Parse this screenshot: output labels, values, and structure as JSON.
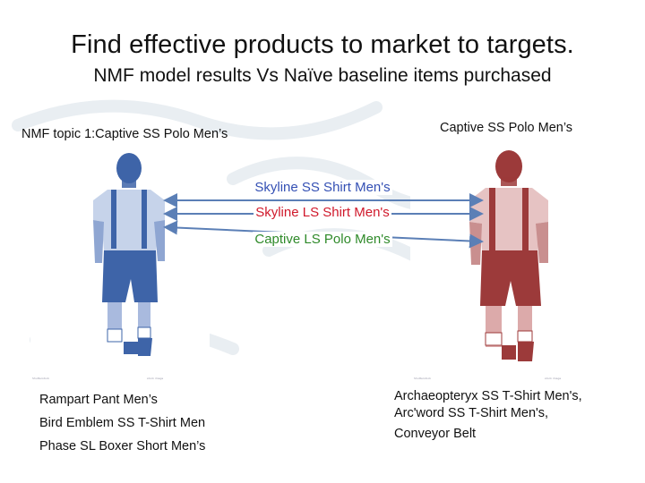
{
  "slide": {
    "title": "Find effective products to market to targets.",
    "subtitle": "NMF model results Vs Naïve baseline items purchased"
  },
  "left": {
    "heading": "NMF topic 1:Captive SS Polo Men’s",
    "items": [
      "Rampart Pant Men’s",
      "Bird Emblem SS T-Shirt Men",
      "Phase SL Boxer Short Men’s"
    ]
  },
  "right": {
    "heading": "Captive SS Polo Men’s",
    "items": [
      "Archaeopteryx SS T-Shirt Men's,",
      "Arc'word SS T-Shirt Men's,",
      "Conveyor Belt"
    ]
  },
  "shared_items": [
    {
      "label": "Skyline SS Shirt Men's",
      "color": "#3450b4"
    },
    {
      "label": "Skyline LS Shirt Men's",
      "color": "#d0192b"
    },
    {
      "label": "Captive LS Polo Men's",
      "color": "#2f8a2a"
    }
  ],
  "colors": {
    "left_figure": "#3e64a8",
    "right_figure": "#9c3a3a",
    "arrow": "#5b7fb6"
  }
}
